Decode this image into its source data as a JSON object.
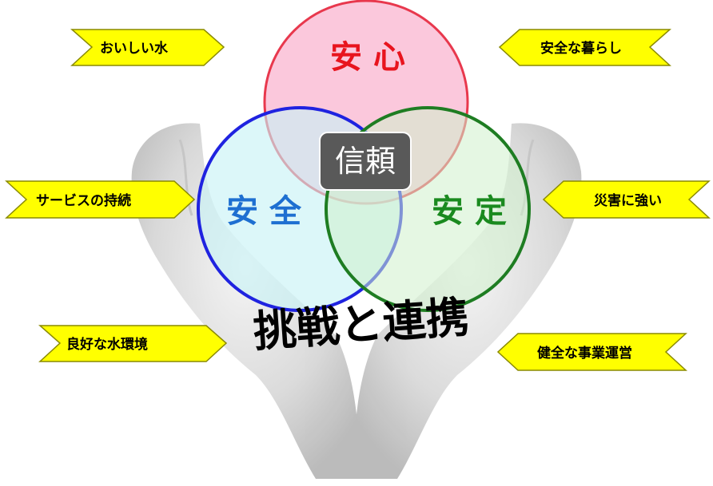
{
  "circles": {
    "top": {
      "label": "安 心",
      "fill": "#f9b3cf",
      "stroke": "#e8384d",
      "text_color": "#e8141e"
    },
    "left": {
      "label": "安 全",
      "fill": "#c6f2f6",
      "stroke": "#1f23e0",
      "text_color": "#1e6fd1"
    },
    "right": {
      "label": "安 定",
      "fill": "#cff0cc",
      "stroke": "#1e7d22",
      "text_color": "#1a8a1f"
    }
  },
  "center_label": "信頼",
  "bottom_text": "挑戦と連携",
  "arrows": {
    "left": [
      "おいしい水",
      "サービスの持続",
      "良好な水環境"
    ],
    "right": [
      "安全な暮らし",
      "災害に強い",
      "健全な事業運営"
    ]
  },
  "colors": {
    "arrow_fill": "#ffff00",
    "arrow_stroke": "#8a8a00",
    "center_box": "#595959",
    "hands": "#d8d8d8"
  }
}
